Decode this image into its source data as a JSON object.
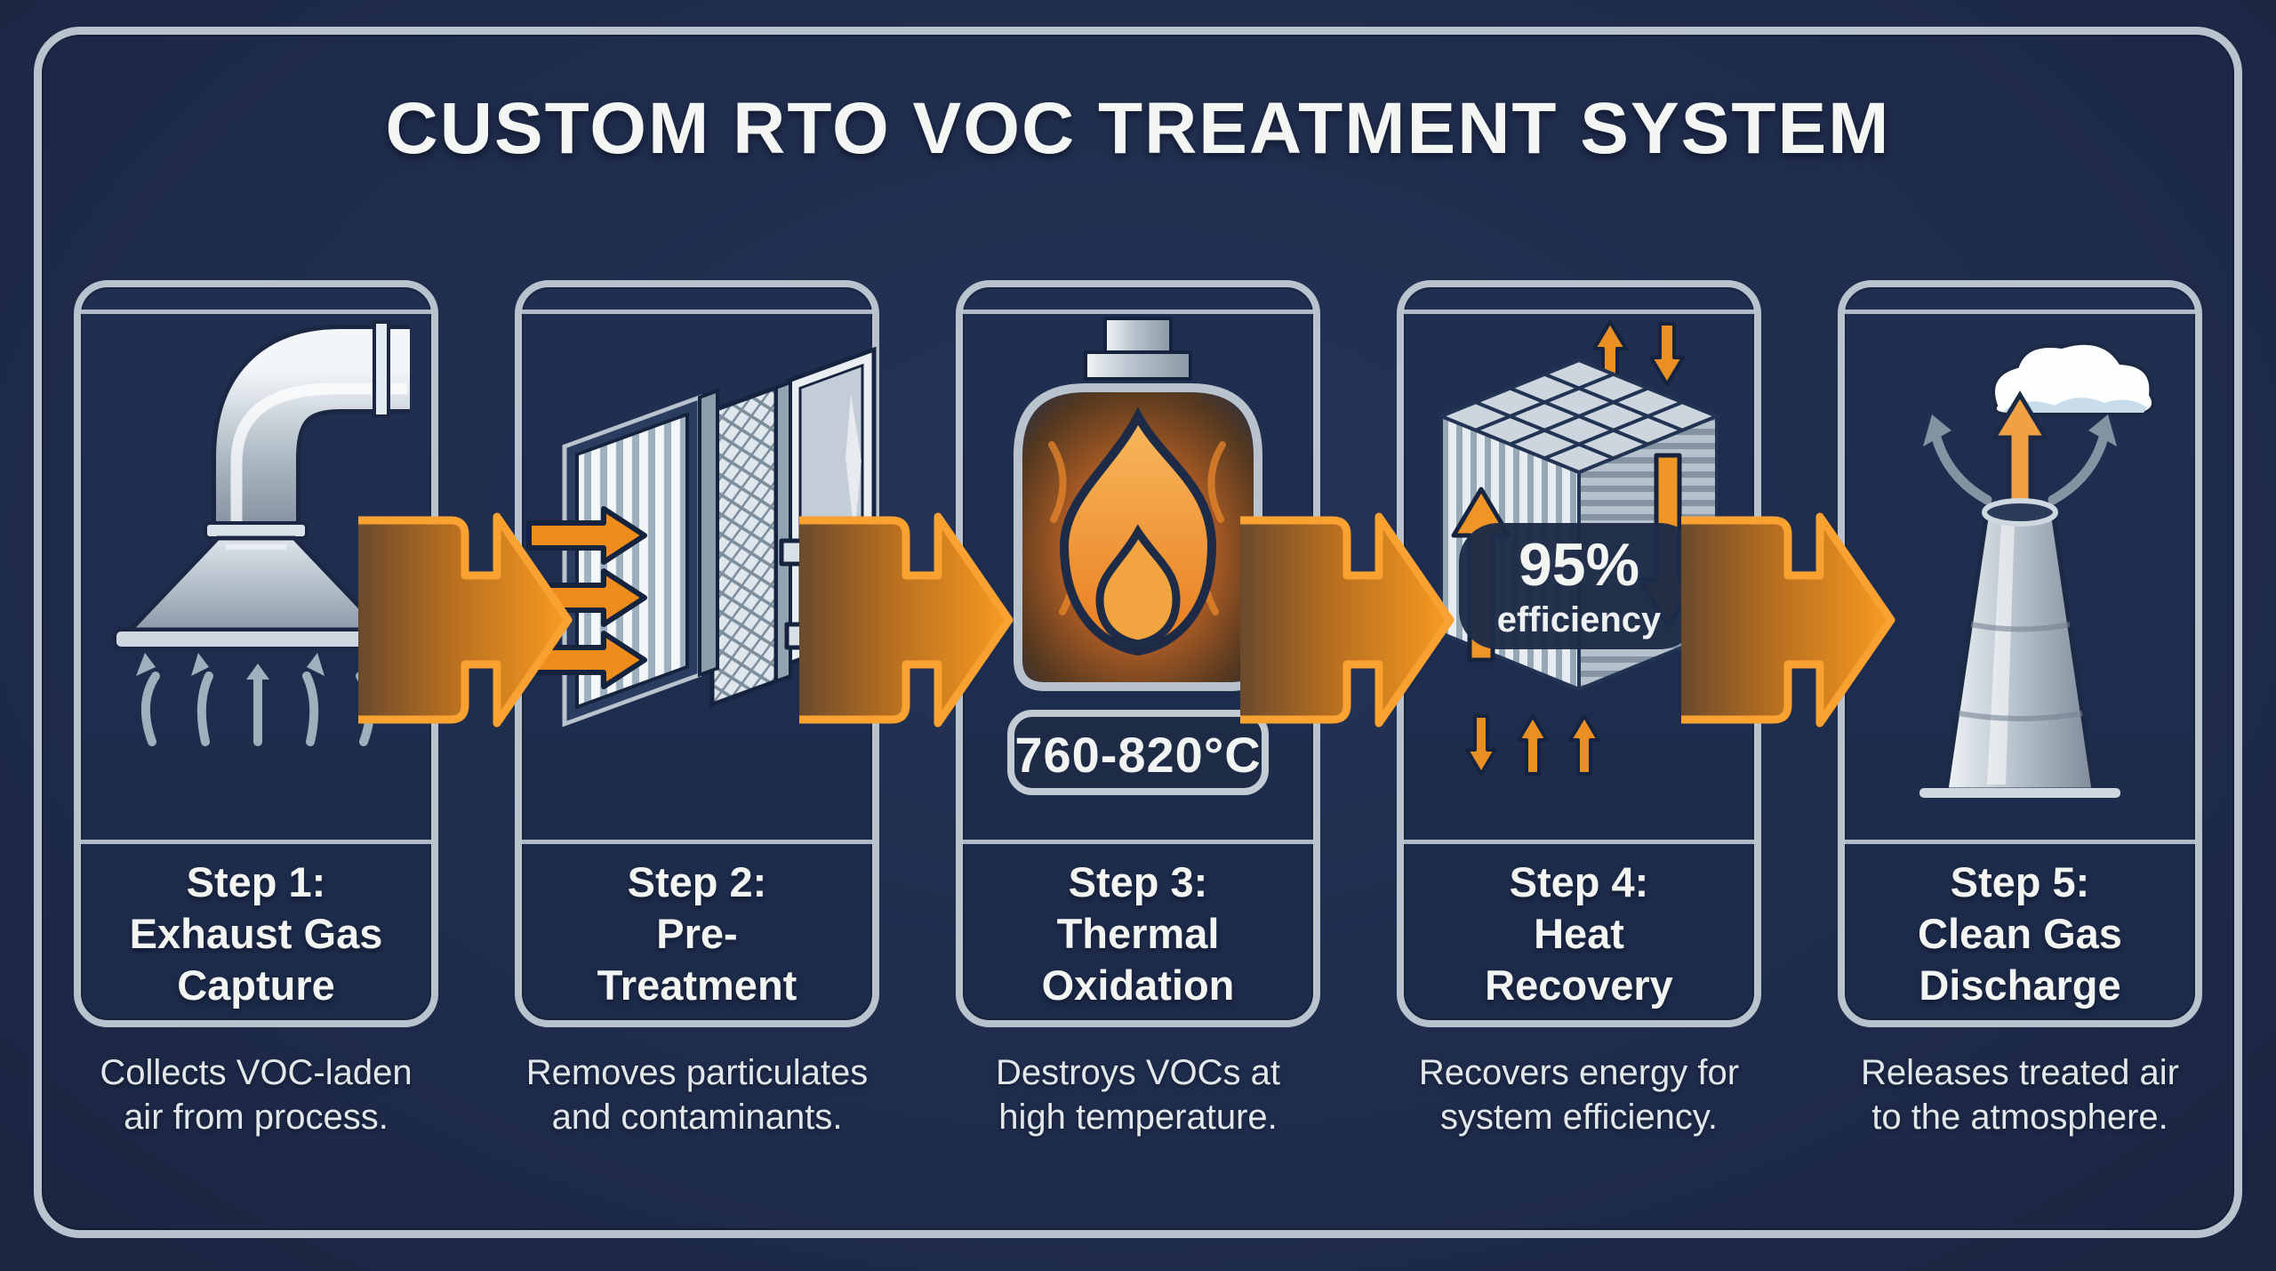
{
  "title": "CUSTOM RTO VOC TREATMENT SYSTEM",
  "colors": {
    "background": "#1f2c4c",
    "frame_silver": "#b9c3cd",
    "accent_orange": "#f6921e",
    "arrow_outline": "#f9a231",
    "text_white": "#f3f5f3"
  },
  "flow_arrows": {
    "count": 4,
    "direction": "right"
  },
  "steps": [
    {
      "label": "Step 1:",
      "name_line1": "Exhaust Gas",
      "name_line2": "Capture",
      "desc_line1": "Collects VOC-laden",
      "desc_line2": "air from process.",
      "icon": "exhaust-hood-icon"
    },
    {
      "label": "Step 2:",
      "name_line1": "Pre-",
      "name_line2": "Treatment",
      "desc_line1": "Removes particulates",
      "desc_line2": "and contaminants.",
      "icon": "filter-panels-icon"
    },
    {
      "label": "Step 3:",
      "name_line1": "Thermal",
      "name_line2": "Oxidation",
      "desc_line1": "Destroys VOCs at",
      "desc_line2": "high temperature.",
      "badge": "760-820°C",
      "icon": "flame-chamber-icon"
    },
    {
      "label": "Step 4:",
      "name_line1": "Heat",
      "name_line2": "Recovery",
      "desc_line1": "Recovers energy for",
      "desc_line2": "system efficiency.",
      "badge_value": "95%",
      "badge_label": "efficiency",
      "icon": "heat-exchanger-icon"
    },
    {
      "label": "Step 5:",
      "name_line1": "Clean Gas",
      "name_line2": "Discharge",
      "desc_line1": "Releases treated air",
      "desc_line2": "to the atmosphere.",
      "icon": "exhaust-stack-icon"
    }
  ]
}
